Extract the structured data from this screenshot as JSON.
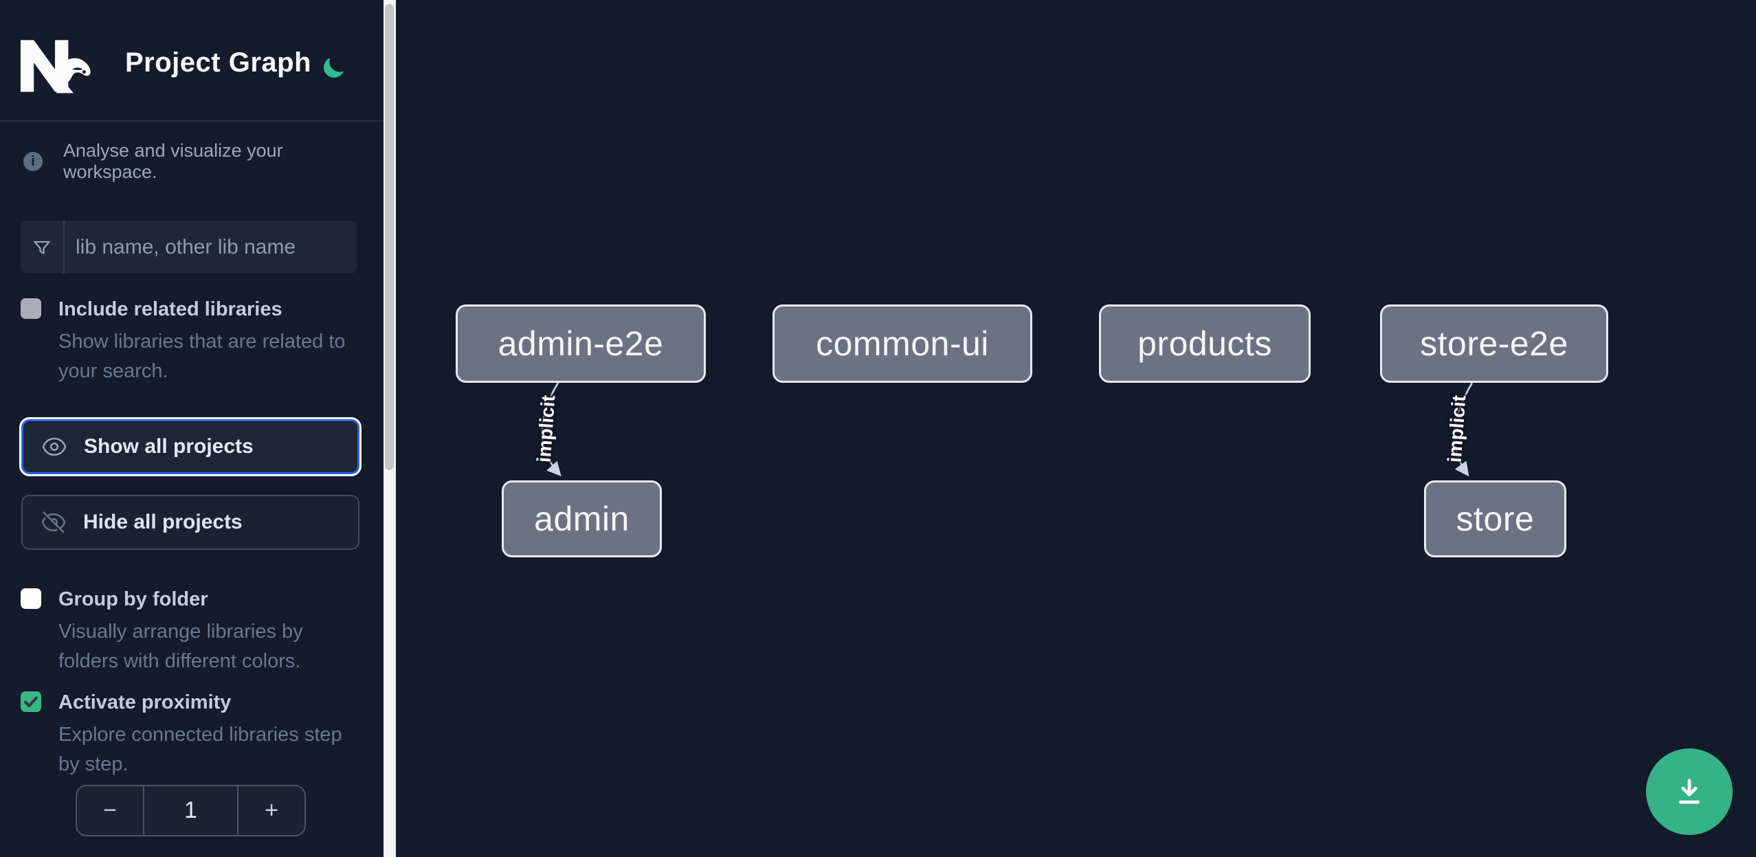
{
  "header": {
    "brand": "Nx",
    "title": "Project Graph",
    "theme_toggle_icon": "moon-icon"
  },
  "sidebar": {
    "tagline": "Analyse and visualize your workspace.",
    "info_icon": "info-icon",
    "search": {
      "icon": "filter-funnel-icon",
      "placeholder": "lib name, other lib name",
      "value": ""
    },
    "toggles": [
      {
        "label": "Include related libraries",
        "description": "Show libraries that are related to your search.",
        "checked": false
      },
      {
        "label": "Group by folder",
        "description": "Visually arrange libraries by folders with different colors.",
        "checked": false
      },
      {
        "label": "Activate proximity",
        "description": "Explore connected libraries step by step.",
        "checked": true
      }
    ],
    "buttons": [
      {
        "label": "Show all projects",
        "icon": "eye-icon",
        "focused": true
      },
      {
        "label": "Hide all projects",
        "icon": "eye-off-icon",
        "focused": false
      }
    ],
    "proximity_stepper": {
      "decrement": "−",
      "value": "1",
      "increment": "+"
    }
  },
  "graph": {
    "nodes": [
      {
        "label": "admin-e2e"
      },
      {
        "label": "common-ui"
      },
      {
        "label": "products"
      },
      {
        "label": "store-e2e"
      },
      {
        "label": "admin"
      },
      {
        "label": "store"
      }
    ],
    "edges": [
      {
        "from": "admin-e2e",
        "to": "admin",
        "label": "implicit"
      },
      {
        "from": "store-e2e",
        "to": "store",
        "label": "implicit"
      }
    ]
  },
  "fab": {
    "icon": "download-icon"
  },
  "colors": {
    "background": "#131a29",
    "sidebar_background": "#141b2b",
    "accent_green": "#36b886",
    "fab_green": "#35b286",
    "moon_green": "#2ebd92",
    "focus_blue": "#2a63e8",
    "node_fill": "#6b7383",
    "node_border": "#e7eaee",
    "edge_color": "#cbd5e1",
    "scroll_thumb": "#c2c4c9"
  }
}
